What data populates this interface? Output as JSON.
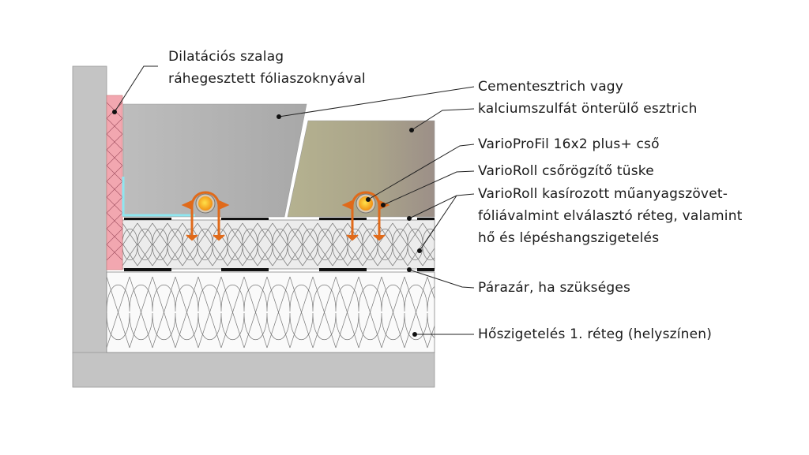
{
  "labels": {
    "dilatation_line1": "Dilatációs szalag",
    "dilatation_line2": "ráhegesztett fóliaszoknyával",
    "screed_line1": "Cementesztrich vagy",
    "screed_line2": "kalciumszulfát önterülő esztrich",
    "pipe": "VarioProFil 16x2 plus+ cső",
    "clip": "VarioRoll csőrögzítő tüske",
    "roll_line1": "VarioRoll kasírozott műanyagszövet-",
    "roll_line2": "fóliávalmint elválasztó réteg, valamint",
    "roll_line3": "hő és lépéshangszigetelés",
    "vapor": "Párazár, ha szükséges",
    "insulation": "Hőszigetelés 1. réteg (helyszínen)"
  },
  "colors": {
    "wall": "#c4c4c4",
    "edge_strip": "#f2a7b0",
    "cement_screed": "#b5b5b5",
    "anhydrite_screed": "#ada88a",
    "pipe": "#f5a623",
    "clip": "#e06a1a",
    "foil_edge": "#8ee6f0"
  }
}
